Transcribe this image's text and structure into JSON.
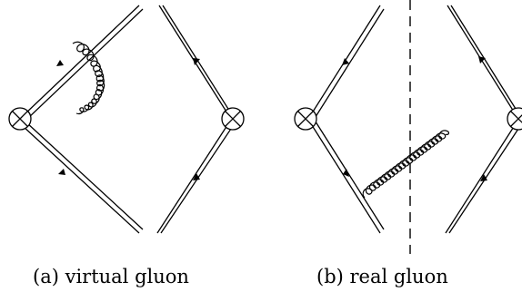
{
  "diagrams": [
    {
      "id": "a",
      "caption": "(a) virtual gluon",
      "vertex_symbol": "⊗"
    },
    {
      "id": "b",
      "caption": "(b) real gluon",
      "vertex_symbol": "⊗"
    }
  ],
  "style": {
    "stroke_color": "#000000",
    "background": "#ffffff"
  }
}
